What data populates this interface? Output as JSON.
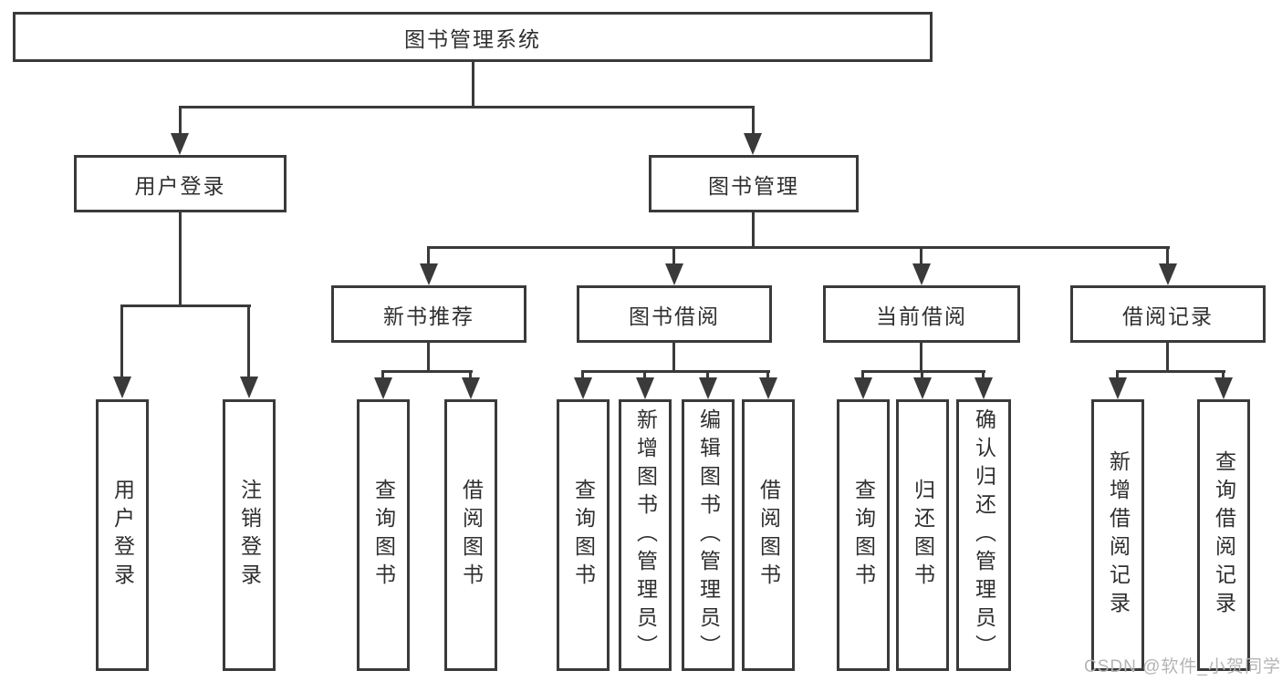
{
  "diagram_title": "图书管理系统",
  "watermark": {
    "text": "CSDN @软件_小贺同学"
  },
  "colors": {
    "line": "#3a3a3a",
    "box_border": "#3a3a3a",
    "text": "#2f2f2f",
    "background": "#ffffff",
    "watermark": "#b5b5b5"
  },
  "nodes": {
    "root": "图书管理系统",
    "user_login": "用户登录",
    "book_mgmt": "图书管理",
    "new_book_rec": "新书推荐",
    "book_borrow": "图书借阅",
    "current_borrow": "当前借阅",
    "borrow_records": "借阅记录",
    "leaf_user_login": "用户登录",
    "leaf_logout": "注销登录",
    "leaf_query_book_1": "查询图书",
    "leaf_borrow_book_1": "借阅图书",
    "leaf_query_book_2": "查询图书",
    "leaf_add_book": "新增图书（管理员）",
    "leaf_edit_book": "编辑图书（管理员）",
    "leaf_borrow_book_2": "借阅图书",
    "leaf_query_book_3": "查询图书",
    "leaf_return_book": "归还图书",
    "leaf_confirm_return": "确认归还（管理员）",
    "leaf_add_borrow_record": "新增借阅记录",
    "leaf_query_borrow_record": "查询借阅记录"
  },
  "tree": {
    "label": "图书管理系统",
    "children": [
      {
        "label": "用户登录",
        "children": [
          {
            "label": "用户登录"
          },
          {
            "label": "注销登录"
          }
        ]
      },
      {
        "label": "图书管理",
        "children": [
          {
            "label": "新书推荐",
            "children": [
              {
                "label": "查询图书"
              },
              {
                "label": "借阅图书"
              }
            ]
          },
          {
            "label": "图书借阅",
            "children": [
              {
                "label": "查询图书"
              },
              {
                "label": "新增图书（管理员）"
              },
              {
                "label": "编辑图书（管理员）"
              },
              {
                "label": "借阅图书"
              }
            ]
          },
          {
            "label": "当前借阅",
            "children": [
              {
                "label": "查询图书"
              },
              {
                "label": "归还图书"
              },
              {
                "label": "确认归还（管理员）"
              }
            ]
          },
          {
            "label": "借阅记录",
            "children": [
              {
                "label": "新增借阅记录"
              },
              {
                "label": "查询借阅记录"
              }
            ]
          }
        ]
      }
    ]
  }
}
